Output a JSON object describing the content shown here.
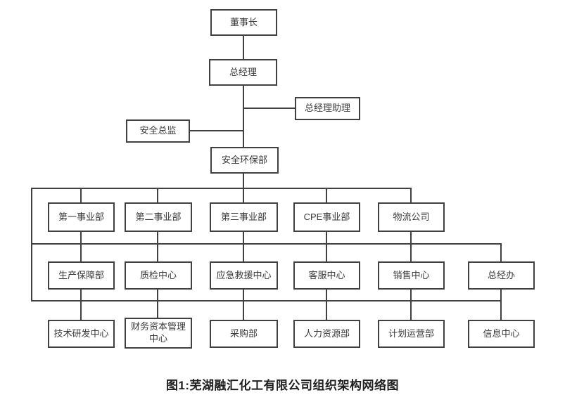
{
  "diagram": {
    "type": "org-chart",
    "caption": "图1:芜湖融汇化工有限公司组织架构网络图",
    "line_color": "#414141",
    "nodes": {
      "chairman": "董事长",
      "general_manager": "总经理",
      "gm_assistant": "总经理助理",
      "safety_director": "安全总监",
      "safety_environment_dept": "安全环保部"
    },
    "row1": [
      "第一事业部",
      "第二事业部",
      "第三事业部",
      "CPE事业部",
      "物流公司"
    ],
    "row2": [
      "生产保障部",
      "质检中心",
      "应急救援中心",
      "客服中心",
      "销售中心",
      "总经办"
    ],
    "row3": [
      "技术研发中心",
      "财务资本管理中心",
      "采购部",
      "人力资源部",
      "计划运营部",
      "信息中心"
    ]
  }
}
